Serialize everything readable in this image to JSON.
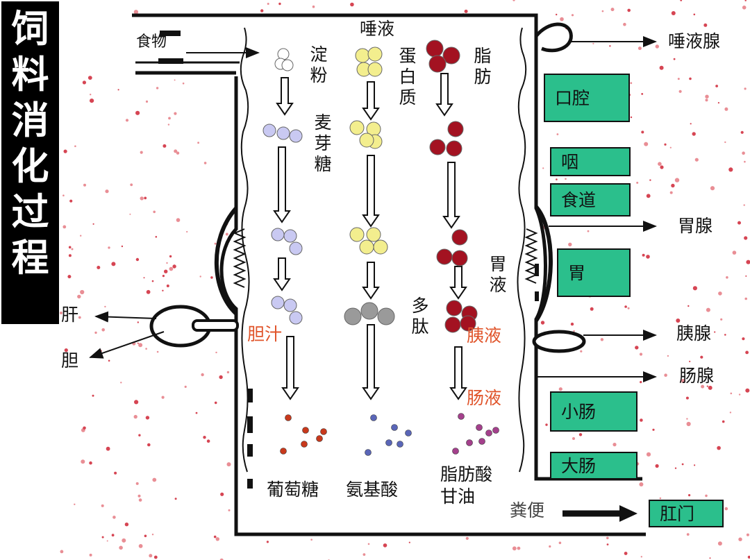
{
  "title": "饲料消化过程",
  "labels": {
    "feed": "食物",
    "saliva_top": "唾液",
    "starch": "淀粉",
    "maltose": "麦芽糖",
    "protein": "蛋白质",
    "fat": "脂肪",
    "gastric_juice": "胃液",
    "bile": "胆汁",
    "polypeptide": "多肽",
    "pancreatic_juice": "胰液",
    "intestinal_juice": "肠液",
    "glucose": "葡萄糖",
    "amino_acid": "氨基酸",
    "fatty_acid": "脂肪酸",
    "glycerol": "甘油",
    "feces": "粪便",
    "liver": "肝",
    "gallbladder": "胆"
  },
  "glands": {
    "salivary": "唾液腺",
    "gastric": "胃腺",
    "pancreas": "胰腺",
    "intestinal": "肠腺"
  },
  "organs": {
    "mouth": "口腔",
    "pharynx": "咽",
    "esophagus": "食道",
    "stomach": "胃",
    "small_intestine": "小肠",
    "large_intestine": "大肠",
    "anus": "肛门"
  },
  "colors": {
    "organ_fill": "#2bbf8c",
    "starch_color": "#c9c9f2",
    "protein_color": "#f3ee8e",
    "fat_color": "#a31221",
    "peptide_color": "#9a9a9a",
    "juice_label_color": "#e0542a",
    "glucose_dot": "#c8391c",
    "amino_dot": "#5a66b8",
    "fatty_dot": "#a4408c"
  }
}
